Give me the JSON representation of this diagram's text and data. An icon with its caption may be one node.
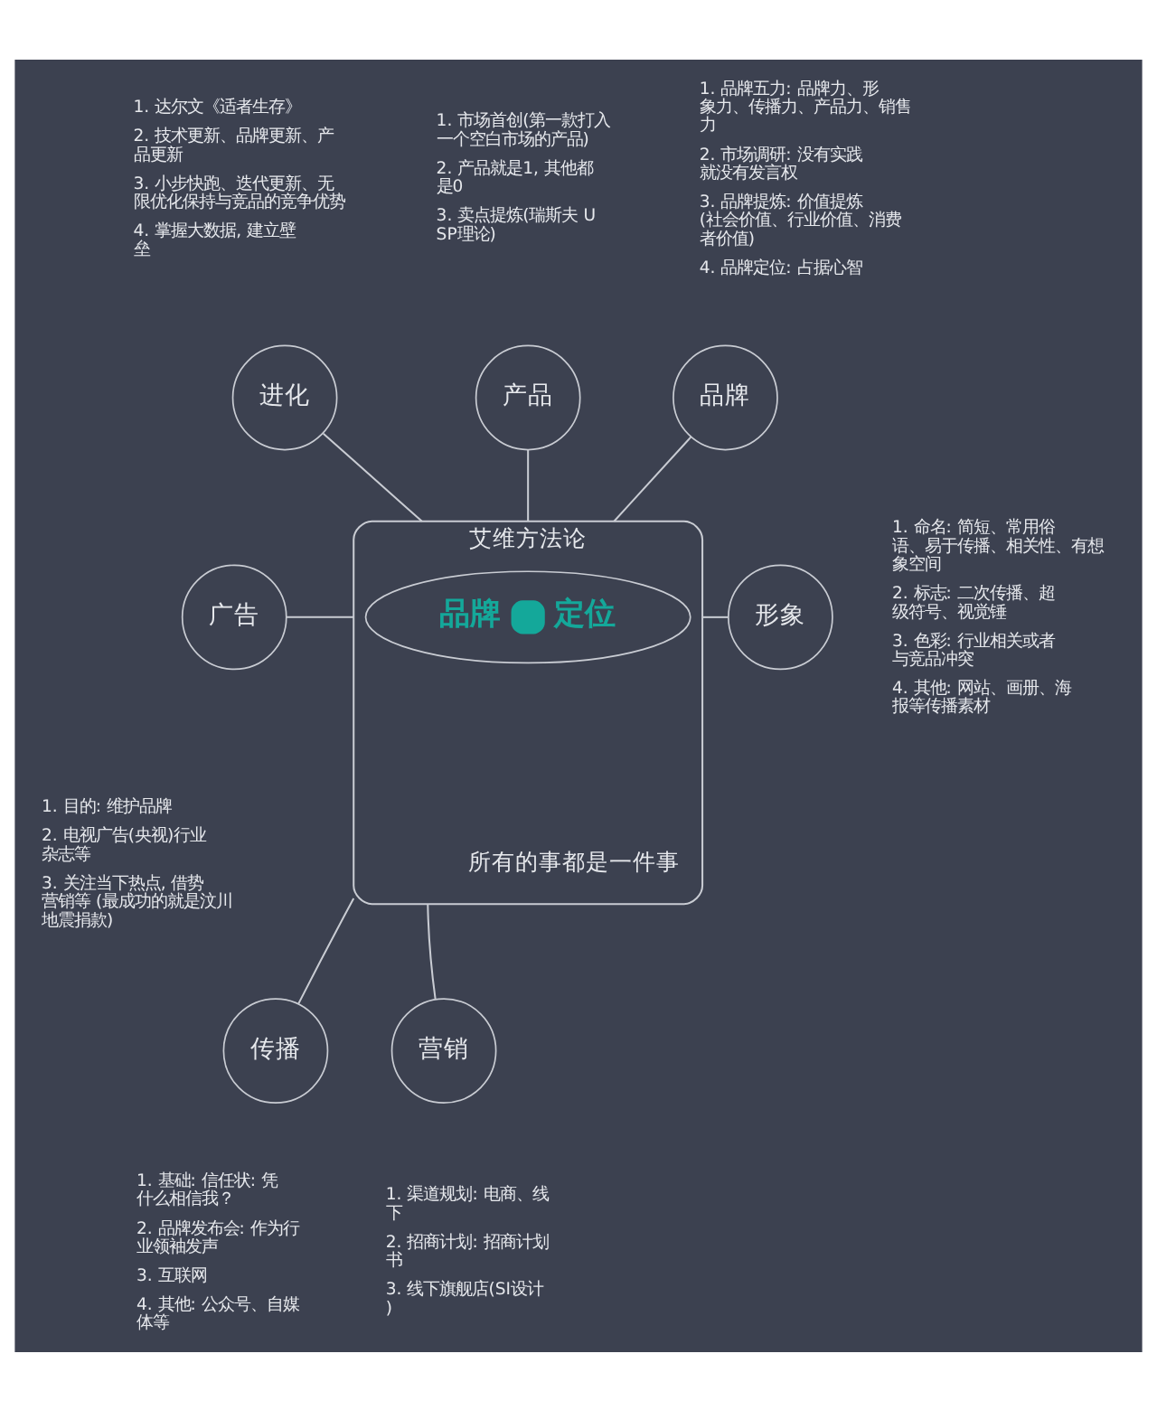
{
  "diagram": {
    "nodes": [
      {
        "text": [
          "艾维方法论",
          "所有的事都是一件事"
        ]
      },
      {
        "text": [
          "品牌",
          "定位"
        ],
        "in": 0
      },
      {
        "text": [
          "产品"
        ],
        "beside": [
          "1. 市场首创(第一款打入一个空白市场的产品)",
          "2. 产品就是1, 其他都是0",
          "3. 卖点提炼(瑞斯夫 USP理论)"
        ]
      },
      {
        "text": [
          "品牌"
        ],
        "beside": [
          "1. 品牌五力: 品牌力、形象力、传播力、产品力、销售力",
          "2. 市场调研: 没有实践就没有发言权",
          "3. 品牌提炼: 价值提炼(社会价值、行业价值、消费者价值)",
          "4. 品牌定位: 占据心智"
        ]
      },
      {
        "text": [
          "形象"
        ],
        "beside": [
          "1. 命名: 简短、常用俗语、易于传播、相关性、有想象空间",
          "2. 标志: 二次传播、超级符号、视觉锤",
          "3. 色彩: 行业相关或者与竞品冲突",
          "4. 其他: 网站、画册、海报等传播素材"
        ]
      },
      {
        "text": [
          "传播"
        ],
        "beside": [
          "1. 基础: 信任状: 凭什么相信我？",
          "2. 品牌发布会: 作为行业领袖发声",
          "3. 互联网",
          "4. 其他: 公众号、自媒体等"
        ]
      },
      {
        "text": [
          "营销"
        ],
        "beside": [
          "1. 渠道规划: 电商、线下",
          "2. 招商计划: 招商计划书",
          "3. 线下旗舰店(SI设计)"
        ]
      },
      {
        "text": [
          "广告"
        ],
        "beside": [
          "1. 目的: 维护品牌",
          "2. 电视广告(央视)行业杂志等",
          "3. 关注当下热点, 借势营销等 (最成功的就是汶川地震捐款)"
        ]
      },
      {
        "text": [
          "进化"
        ],
        "beside": [
          "1. 达尔文《适者生存》",
          "2. 技术更新、品牌更新、产品更新",
          "3. 小步快跑、迭代更新、无限优化保持与竞品的竞争优势",
          "4. 掌握大数据, 建立壁垒"
        ]
      }
    ],
    "edges": [
      {
        "from": 0,
        "to": 2,
        "arrow": "none"
      },
      {
        "from": 0,
        "to": 3,
        "arrow": "none"
      },
      {
        "from": 0,
        "to": 4,
        "arrow": "none"
      },
      {
        "from": 0,
        "to": 5,
        "arrow": "none"
      },
      {
        "from": 0,
        "to": 6,
        "arrow": "none"
      },
      {
        "from": 0,
        "to": 7,
        "arrow": "none"
      },
      {
        "from": 0,
        "to": 8,
        "arrow": "none"
      }
    ]
  }
}
